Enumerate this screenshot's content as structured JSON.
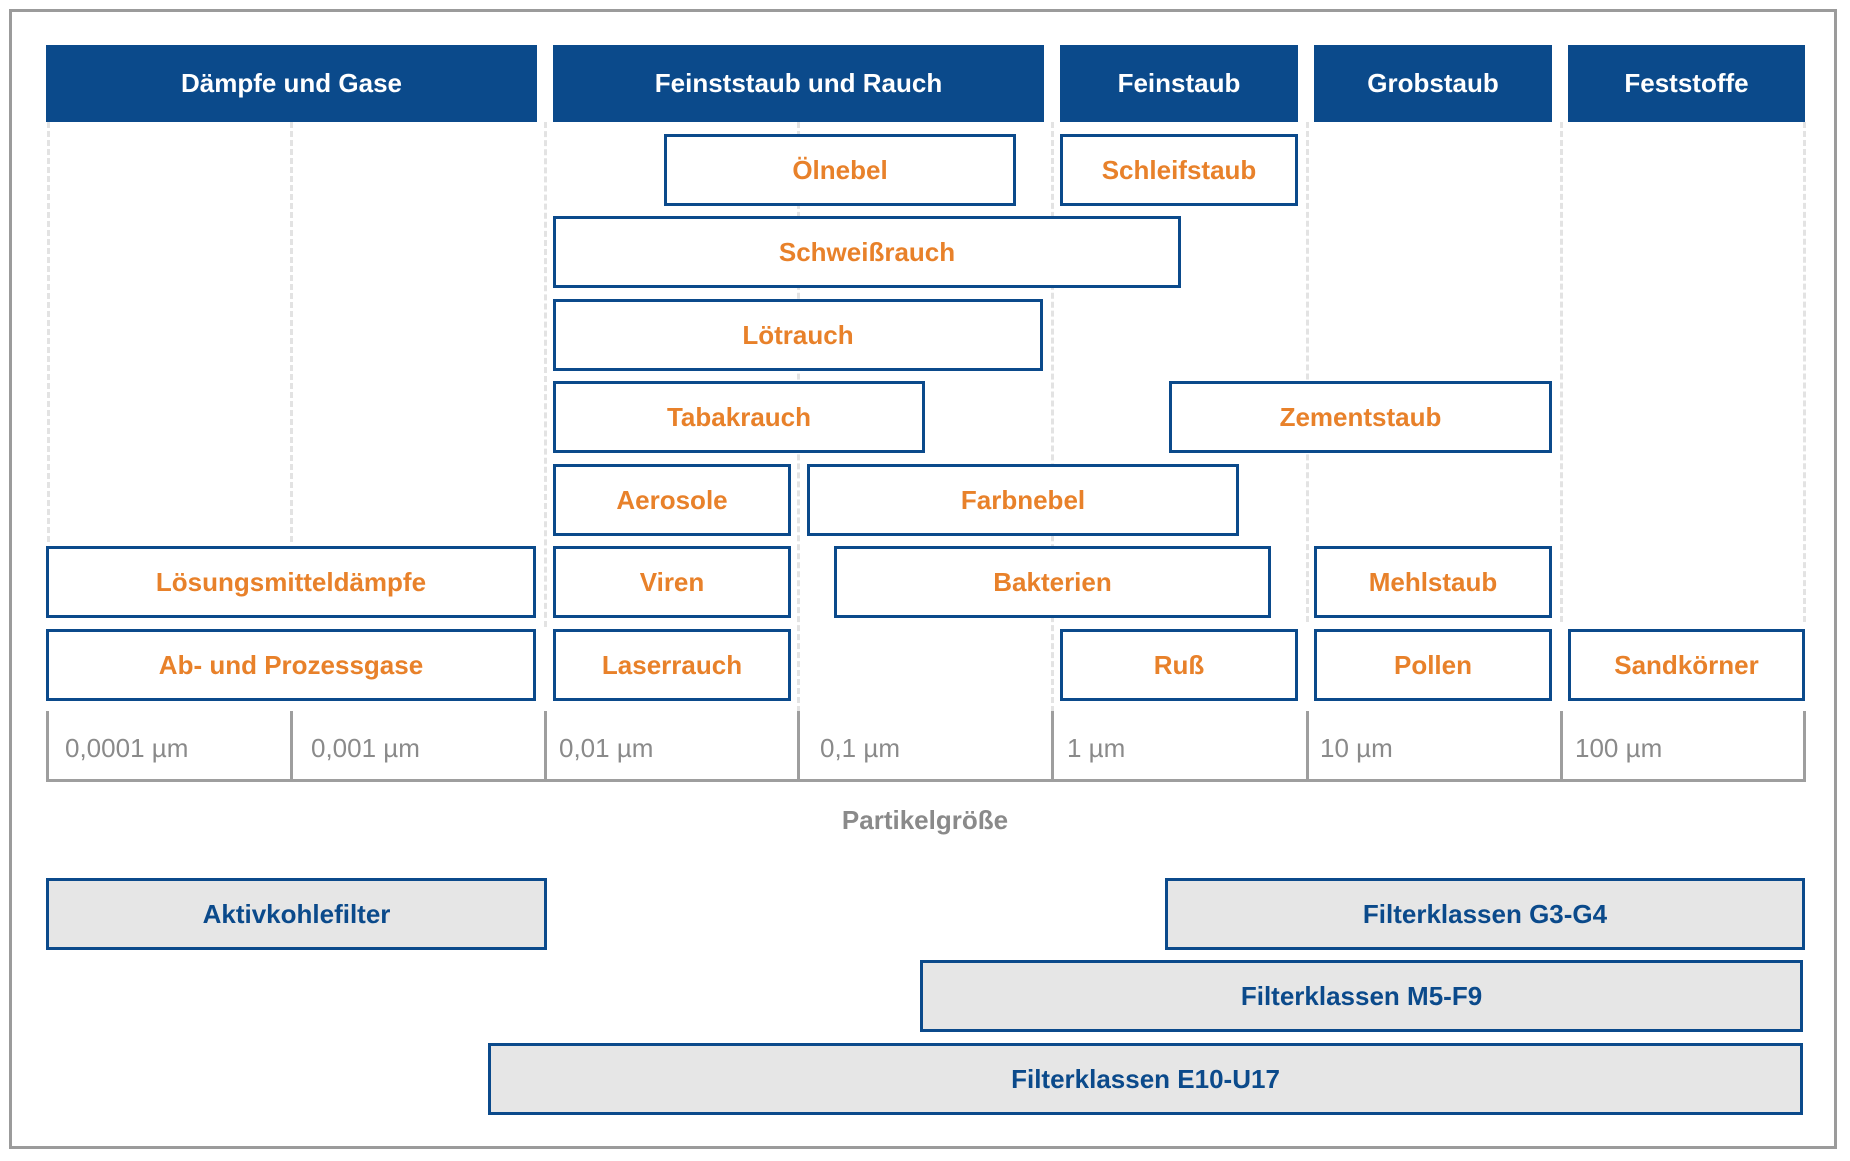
{
  "categories": {
    "vapors_gases": "Dämpfe und Gase",
    "fine_dust_smoke": "Feinststaub und Rauch",
    "fine_dust": "Feinstaub",
    "coarse_dust": "Grobstaub",
    "solids": "Feststoffe"
  },
  "substances": {
    "oil_mist": "Ölnebel",
    "grinding_dust": "Schleifstaub",
    "welding_fume": "Schweißrauch",
    "solder_fume": "Lötrauch",
    "tobacco_smoke": "Tabakrauch",
    "cement_dust": "Zementstaub",
    "aerosols": "Aerosole",
    "paint_mist": "Farbnebel",
    "solvent_vapors": "Lösungsmitteldämpfe",
    "viruses": "Viren",
    "bacteria": "Bakterien",
    "flour_dust": "Mehlstaub",
    "exhaust_process_gases": "Ab- und Prozessgase",
    "laser_fume": "Laserrauch",
    "soot": "Ruß",
    "pollen": "Pollen",
    "sand_grains": "Sandkörner"
  },
  "axis": {
    "title": "Partikelgröße",
    "ticks": [
      "0,0001 µm",
      "0,001 µm",
      "0,01 µm",
      "0,1 µm",
      "1 µm",
      "10 µm",
      "100 µm"
    ]
  },
  "filters": {
    "activated_carbon": "Aktivkohlefilter",
    "g3_g4": "Filterklassen G3-G4",
    "m5_f9": "Filterklassen M5-F9",
    "e10_u17": "Filterklassen E10-U17"
  },
  "colors": {
    "header_bg": "#0b4a8b",
    "box_border": "#0b4a8b",
    "substance_text": "#e8812a",
    "filter_bg": "#e6e6e6",
    "axis_gray": "#9e9e9e"
  }
}
